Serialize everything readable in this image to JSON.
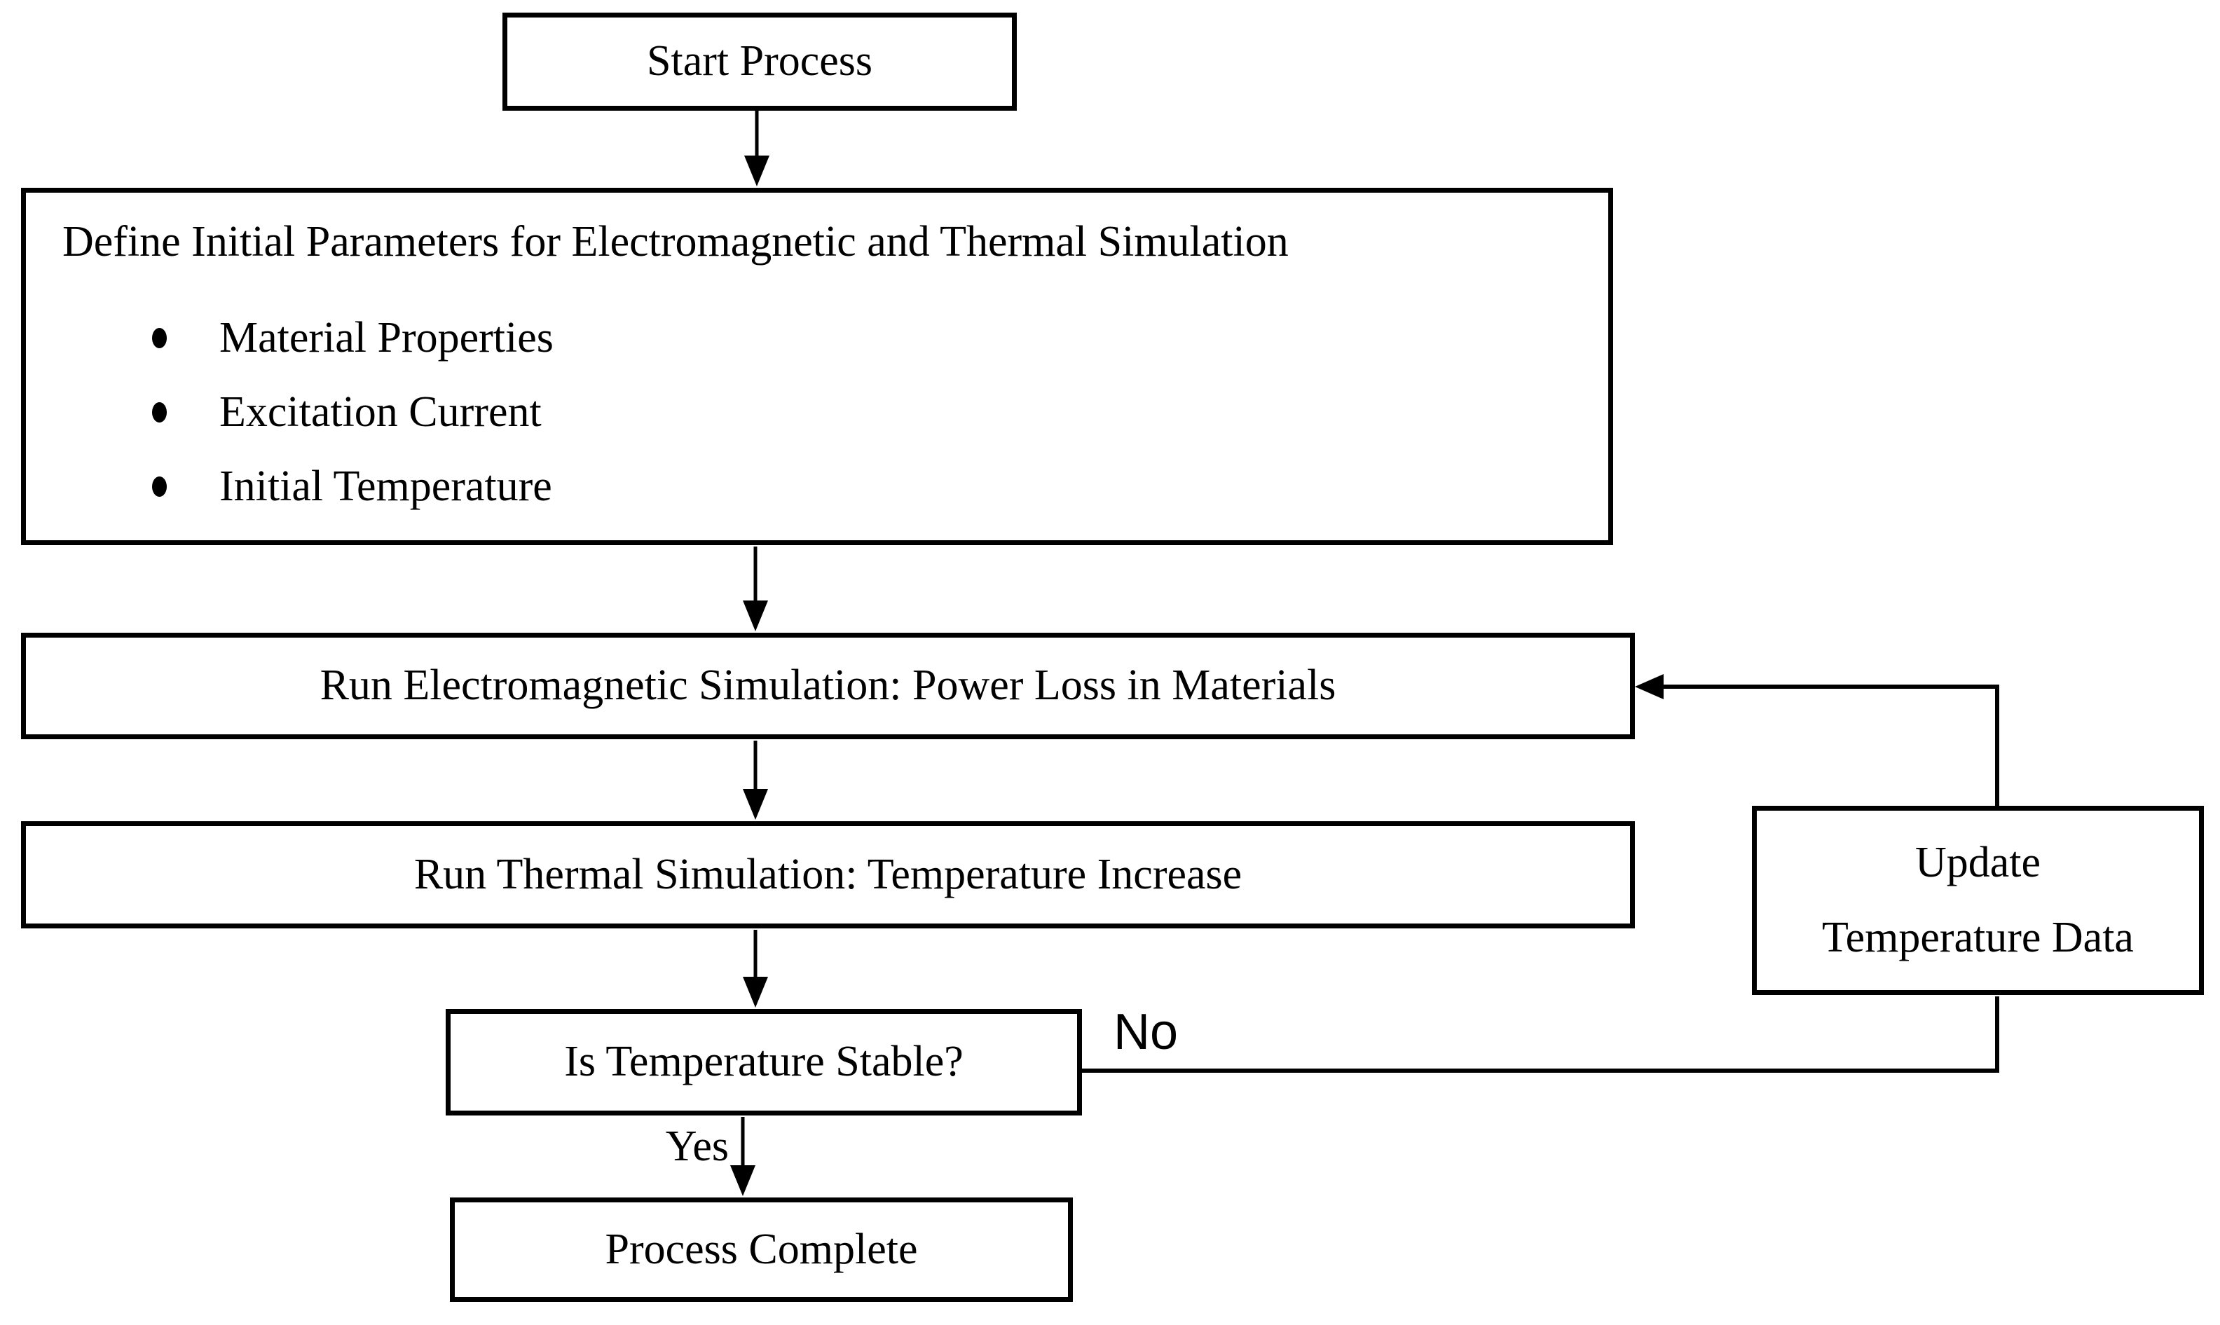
{
  "flowchart": {
    "nodes": {
      "start": {
        "label": "Start Process"
      },
      "define_parameters": {
        "title": "Define Initial Parameters for Electromagnetic and Thermal Simulation",
        "bullets": [
          "Material Properties",
          "Excitation Current",
          "Initial Temperature"
        ]
      },
      "electromagnetic_simulation": {
        "label": "Run Electromagnetic Simulation: Power Loss in Materials"
      },
      "thermal_simulation": {
        "label": "Run Thermal Simulation: Temperature Increase"
      },
      "temperature_stable_decision": {
        "label": "Is Temperature Stable?"
      },
      "update_temperature": {
        "lines": [
          "Update",
          "Temperature Data"
        ]
      },
      "process_complete": {
        "label": "Process Complete"
      }
    },
    "edge_labels": {
      "yes": "Yes",
      "no": "No"
    },
    "colors": {
      "background": "#ffffff",
      "line": "#000000",
      "text": "#000000"
    }
  }
}
